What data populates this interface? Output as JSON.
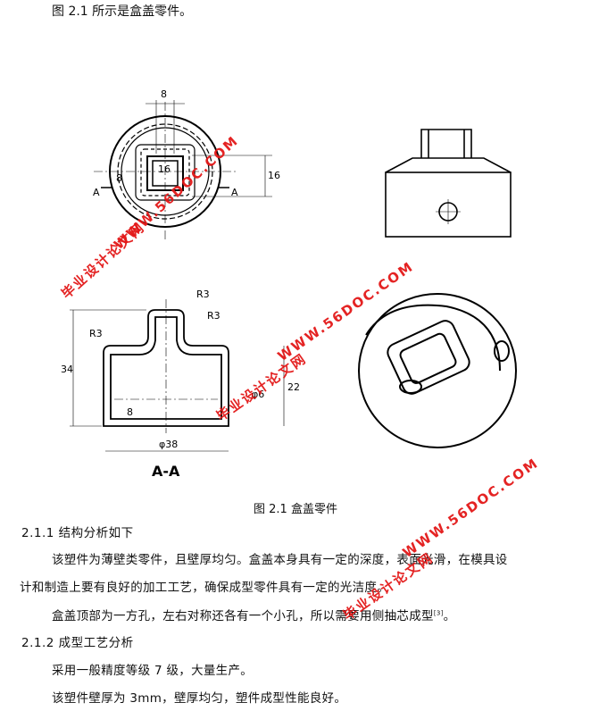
{
  "intro": "图 2.1 所示是盒盖零件。",
  "figure": {
    "caption": "图 2.1   盒盖零件",
    "dims_top": {
      "d8_top": "8",
      "d16_inner": "16",
      "d8_side": "8",
      "d16_right": "16",
      "sec_a_left": "A",
      "sec_a_right": "A"
    },
    "dims_section": {
      "r3_a": "R3",
      "r3_b": "R3",
      "r3_c": "R3",
      "h34": "34",
      "h22": "22",
      "h8": "8",
      "phi6": "φ6",
      "phi38": "φ38",
      "label": "A-A"
    }
  },
  "section_211": {
    "heading": "2.1.1  结构分析如下",
    "p1": "该塑件为薄壁类零件，且壁厚均匀。盒盖本身具有一定的深度，表面光滑，在模具设",
    "p1b": "计和制造上要有良好的加工工艺，确保成型零件具有一定的光洁度。",
    "p2": "盒盖顶部为一方孔，左右对称还各有一个小孔，所以需要用侧抽芯成型",
    "p2_ref": "[3]",
    "p2_end": "。"
  },
  "section_212": {
    "heading": "2.1.2  成型工艺分析",
    "p1": "采用一般精度等级 7 级，大量生产。",
    "p2": "该塑件壁厚为 3mm，壁厚均匀，塑件成型性能良好。"
  },
  "watermarks": {
    "site": "WWW.56DOC.COM",
    "name": "毕业设计论文网"
  },
  "colors": {
    "watermark": "#e31818",
    "line": "#000000"
  }
}
